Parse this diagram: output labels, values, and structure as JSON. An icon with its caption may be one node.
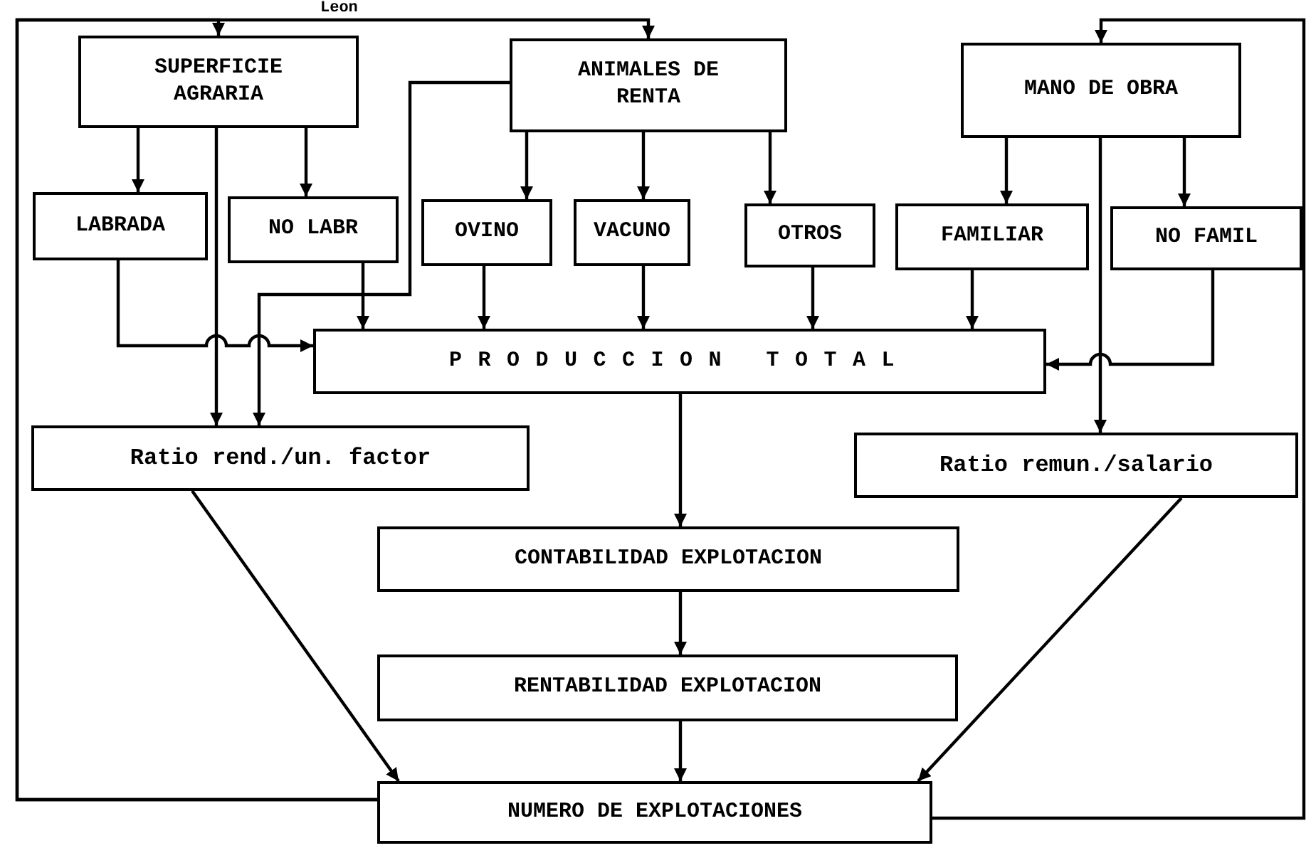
{
  "diagram": {
    "nodes": [
      {
        "text": [
          "SUPERFICIE AGRARIA"
        ]
      },
      {
        "text": [
          "ANIMALES DE RENTA"
        ]
      },
      {
        "text": [
          "MANO DE OBRA"
        ]
      },
      {
        "text": [
          "LABRADA"
        ]
      },
      {
        "text": [
          "NO LABR"
        ]
      },
      {
        "text": [
          "OVINO"
        ]
      },
      {
        "text": [
          "VACUNO"
        ]
      },
      {
        "text": [
          "OTROS"
        ]
      },
      {
        "text": [
          "FAMILIAR"
        ]
      },
      {
        "text": [
          "NO FAMIL"
        ]
      },
      {
        "text": [
          "PRODUCCION TOTAL"
        ]
      },
      {
        "text": [
          "Ratio rend./un. factor"
        ]
      },
      {
        "text": [
          "Ratio remun./salario"
        ]
      },
      {
        "text": [
          "CONTABILIDAD EXPLOTACION"
        ]
      },
      {
        "text": [
          "RENTABILIDAD EXPLOTACION"
        ]
      },
      {
        "text": [
          "NUMERO DE EXPLOTACIONES"
        ]
      }
    ],
    "edges": [
      {
        "from": 0,
        "to": 3,
        "arrow": "to"
      },
      {
        "from": 0,
        "to": 4,
        "arrow": "to"
      },
      {
        "from": 1,
        "to": 5,
        "arrow": "to"
      },
      {
        "from": 1,
        "to": 6,
        "arrow": "to"
      },
      {
        "from": 1,
        "to": 7,
        "arrow": "to"
      },
      {
        "from": 2,
        "to": 8,
        "arrow": "to"
      },
      {
        "from": 2,
        "to": 9,
        "arrow": "to"
      },
      {
        "from": 3,
        "to": 10,
        "arrow": "to"
      },
      {
        "from": 4,
        "to": 10,
        "arrow": "to"
      },
      {
        "from": 5,
        "to": 10,
        "arrow": "to"
      },
      {
        "from": 6,
        "to": 10,
        "arrow": "to"
      },
      {
        "from": 7,
        "to": 10,
        "arrow": "to"
      },
      {
        "from": 8,
        "to": 10,
        "arrow": "to"
      },
      {
        "from": 9,
        "to": 10,
        "arrow": "to"
      },
      {
        "from": 0,
        "to": 11,
        "arrow": "to"
      },
      {
        "from": 1,
        "to": 11,
        "arrow": "to"
      },
      {
        "from": 2,
        "to": 12,
        "arrow": "to"
      },
      {
        "from": 10,
        "to": 13,
        "arrow": "to"
      },
      {
        "from": 13,
        "to": 14,
        "arrow": "to"
      },
      {
        "from": 14,
        "to": 15,
        "arrow": "to"
      },
      {
        "from": 11,
        "to": 15,
        "arrow": "to"
      },
      {
        "from": 12,
        "to": 15,
        "arrow": "to"
      },
      {
        "from": 15,
        "to": 0,
        "arrow": "to"
      },
      {
        "from": 15,
        "to": 1,
        "arrow": "to"
      },
      {
        "from": 15,
        "to": 2,
        "arrow": "to"
      }
    ],
    "labels": [
      "Leon"
    ]
  }
}
